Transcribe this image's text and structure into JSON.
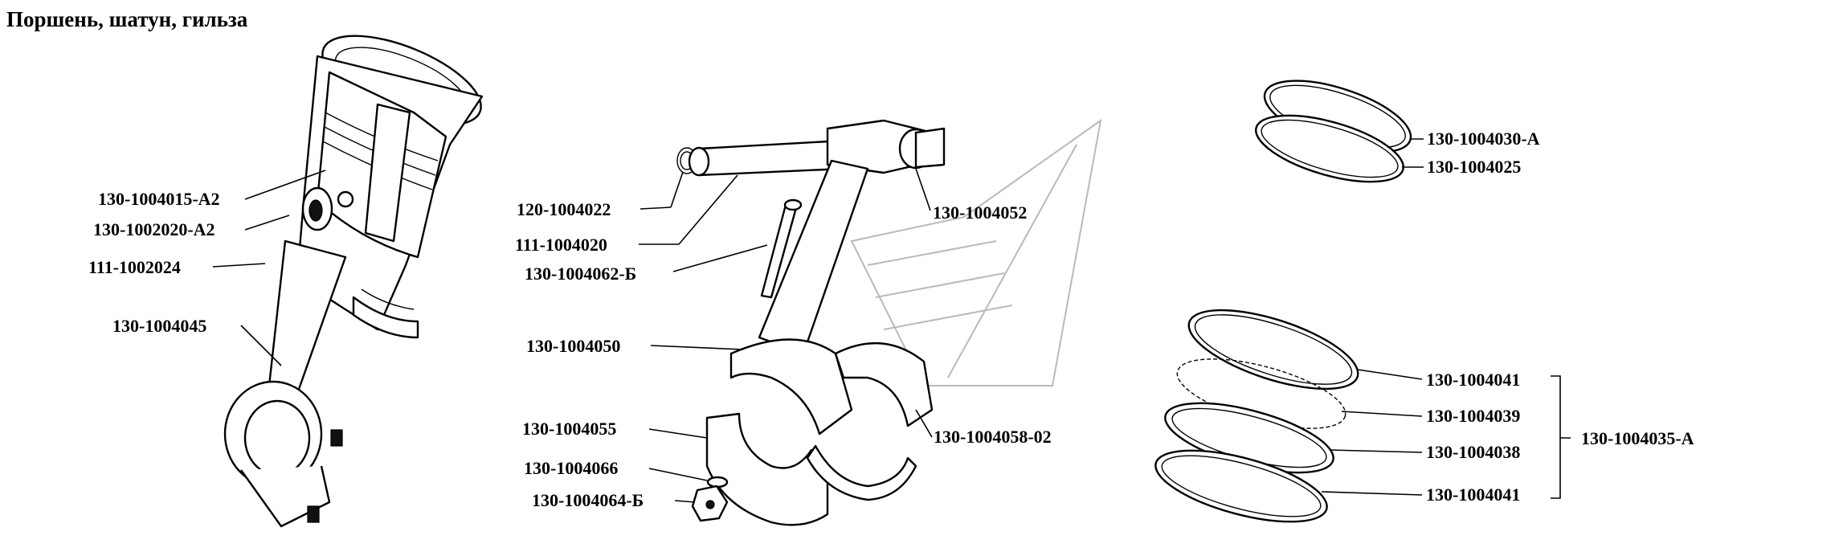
{
  "title": "Поршень, шатун, гильза",
  "labels": {
    "piston_rings_a2": "130-1004015-А2",
    "piston_a2": "130-1002020-А2",
    "liner_ring": "111-1002024",
    "rod_assembly": "130-1004045",
    "retaining_ring": "120-1004022",
    "piston_pin": "111-1004020",
    "rod_bolt": "130-1004062-Б",
    "rod": "130-1004050",
    "bushing": "130-1004052",
    "cap": "130-1004055",
    "washer": "130-1004066",
    "nut": "130-1004064-Б",
    "bearing_shells": "130-1004058-02",
    "compression_ring_top": "130-1004030-А",
    "compression_ring_2": "130-1004025",
    "oil_ring_disc_1": "130-1004041",
    "oil_ring_expander_axial": "130-1004039",
    "oil_ring_expander_radial": "130-1004038",
    "oil_ring_disc_2": "130-1004041",
    "oil_ring_set": "130-1004035-А"
  }
}
